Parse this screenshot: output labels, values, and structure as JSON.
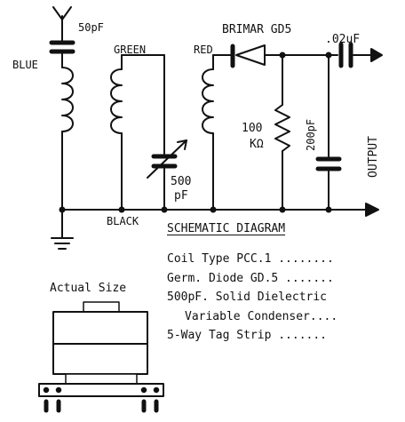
{
  "labels": {
    "cap_top": "50pF",
    "blue": "BLUE",
    "green": "GREEN",
    "red": "RED",
    "diode": "BRIMAR GD5",
    "cap_out": ".02uF",
    "resistor_value": "100",
    "resistor_unit": "KΩ",
    "cap_shunt": "200pF",
    "output": "OUTPUT",
    "var_cap_value": "500",
    "var_cap_unit": "pF",
    "black": "BLACK",
    "actual_size": "Actual Size"
  },
  "schematic_title": "SCHEMATIC DIAGRAM",
  "parts_list": [
    "Coil Type PCC.1 ........",
    "Germ. Diode GD.5 .......",
    "500pF. Solid Dielectric",
    "Variable Condenser....",
    "5-Way Tag Strip ......."
  ]
}
